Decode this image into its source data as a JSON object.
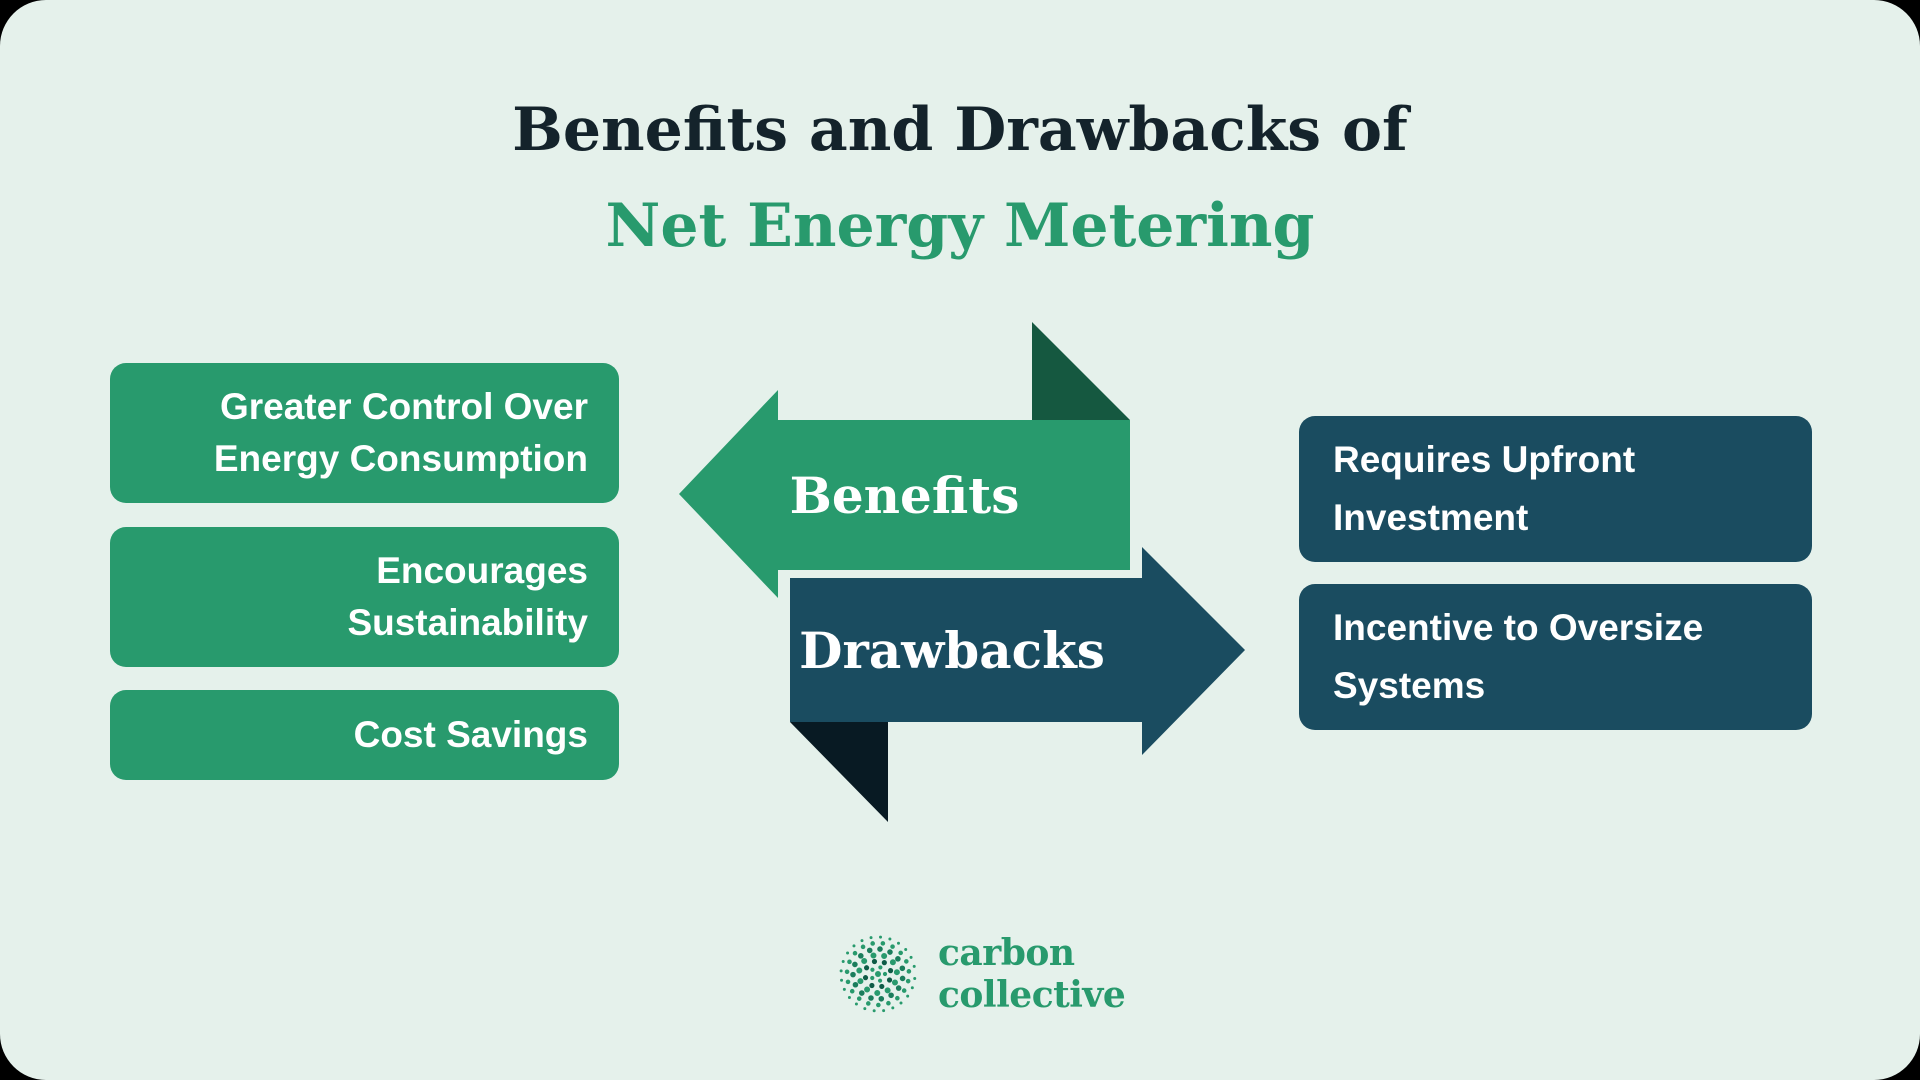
{
  "title": {
    "line1": "Benefits and Drawbacks of",
    "line2": "Net Energy Metering",
    "line1_color": "#14232B",
    "line2_color": "#289A6D"
  },
  "arrows": {
    "benefits": {
      "label": "Benefits",
      "direction": "left",
      "color": "#289A6D",
      "fold_color": "#155840"
    },
    "drawbacks": {
      "label": "Drawbacks",
      "direction": "right",
      "color": "#1A4C60",
      "fold_color": "#081A23"
    }
  },
  "benefit_boxes": [
    {
      "lines": [
        "Greater Control Over",
        "Energy Consumption"
      ]
    },
    {
      "lines": [
        "Encourages",
        "Sustainability"
      ]
    },
    {
      "lines": [
        "Cost Savings"
      ]
    }
  ],
  "drawback_boxes": [
    {
      "lines": [
        "Requires Upfront",
        "Investment"
      ]
    },
    {
      "lines": [
        "Incentive to Oversize",
        "Systems"
      ]
    }
  ],
  "logo": {
    "line1": "carbon",
    "line2": "collective",
    "color": "#289A6D"
  },
  "colors": {
    "background": "#E5F1EB",
    "outer_background": "#000000",
    "green": "#289A6D",
    "dark_teal": "#1A4C60",
    "fold_green": "#155840",
    "fold_navy": "#081A23",
    "title_dark": "#14232B",
    "box_text": "#FFFFFF"
  }
}
